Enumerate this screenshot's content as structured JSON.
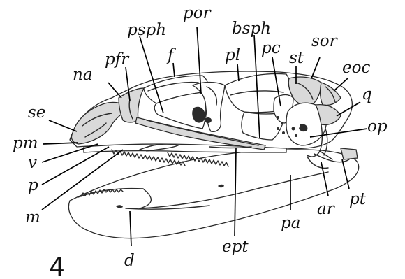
{
  "figure": {
    "number": "4",
    "labels": {
      "na": "na",
      "pfr": "pfr",
      "psph": "psph",
      "f": "f",
      "por": "por",
      "pl": "pl",
      "bsph": "bsph",
      "pc": "pc",
      "st": "st",
      "sor": "sor",
      "eoc": "eoc",
      "q": "q",
      "op": "op",
      "se": "se",
      "pm": "pm",
      "v": "v",
      "p": "p",
      "m": "m",
      "d": "d",
      "ept": "ept",
      "pa": "pa",
      "ar": "ar",
      "pt": "pt"
    }
  }
}
